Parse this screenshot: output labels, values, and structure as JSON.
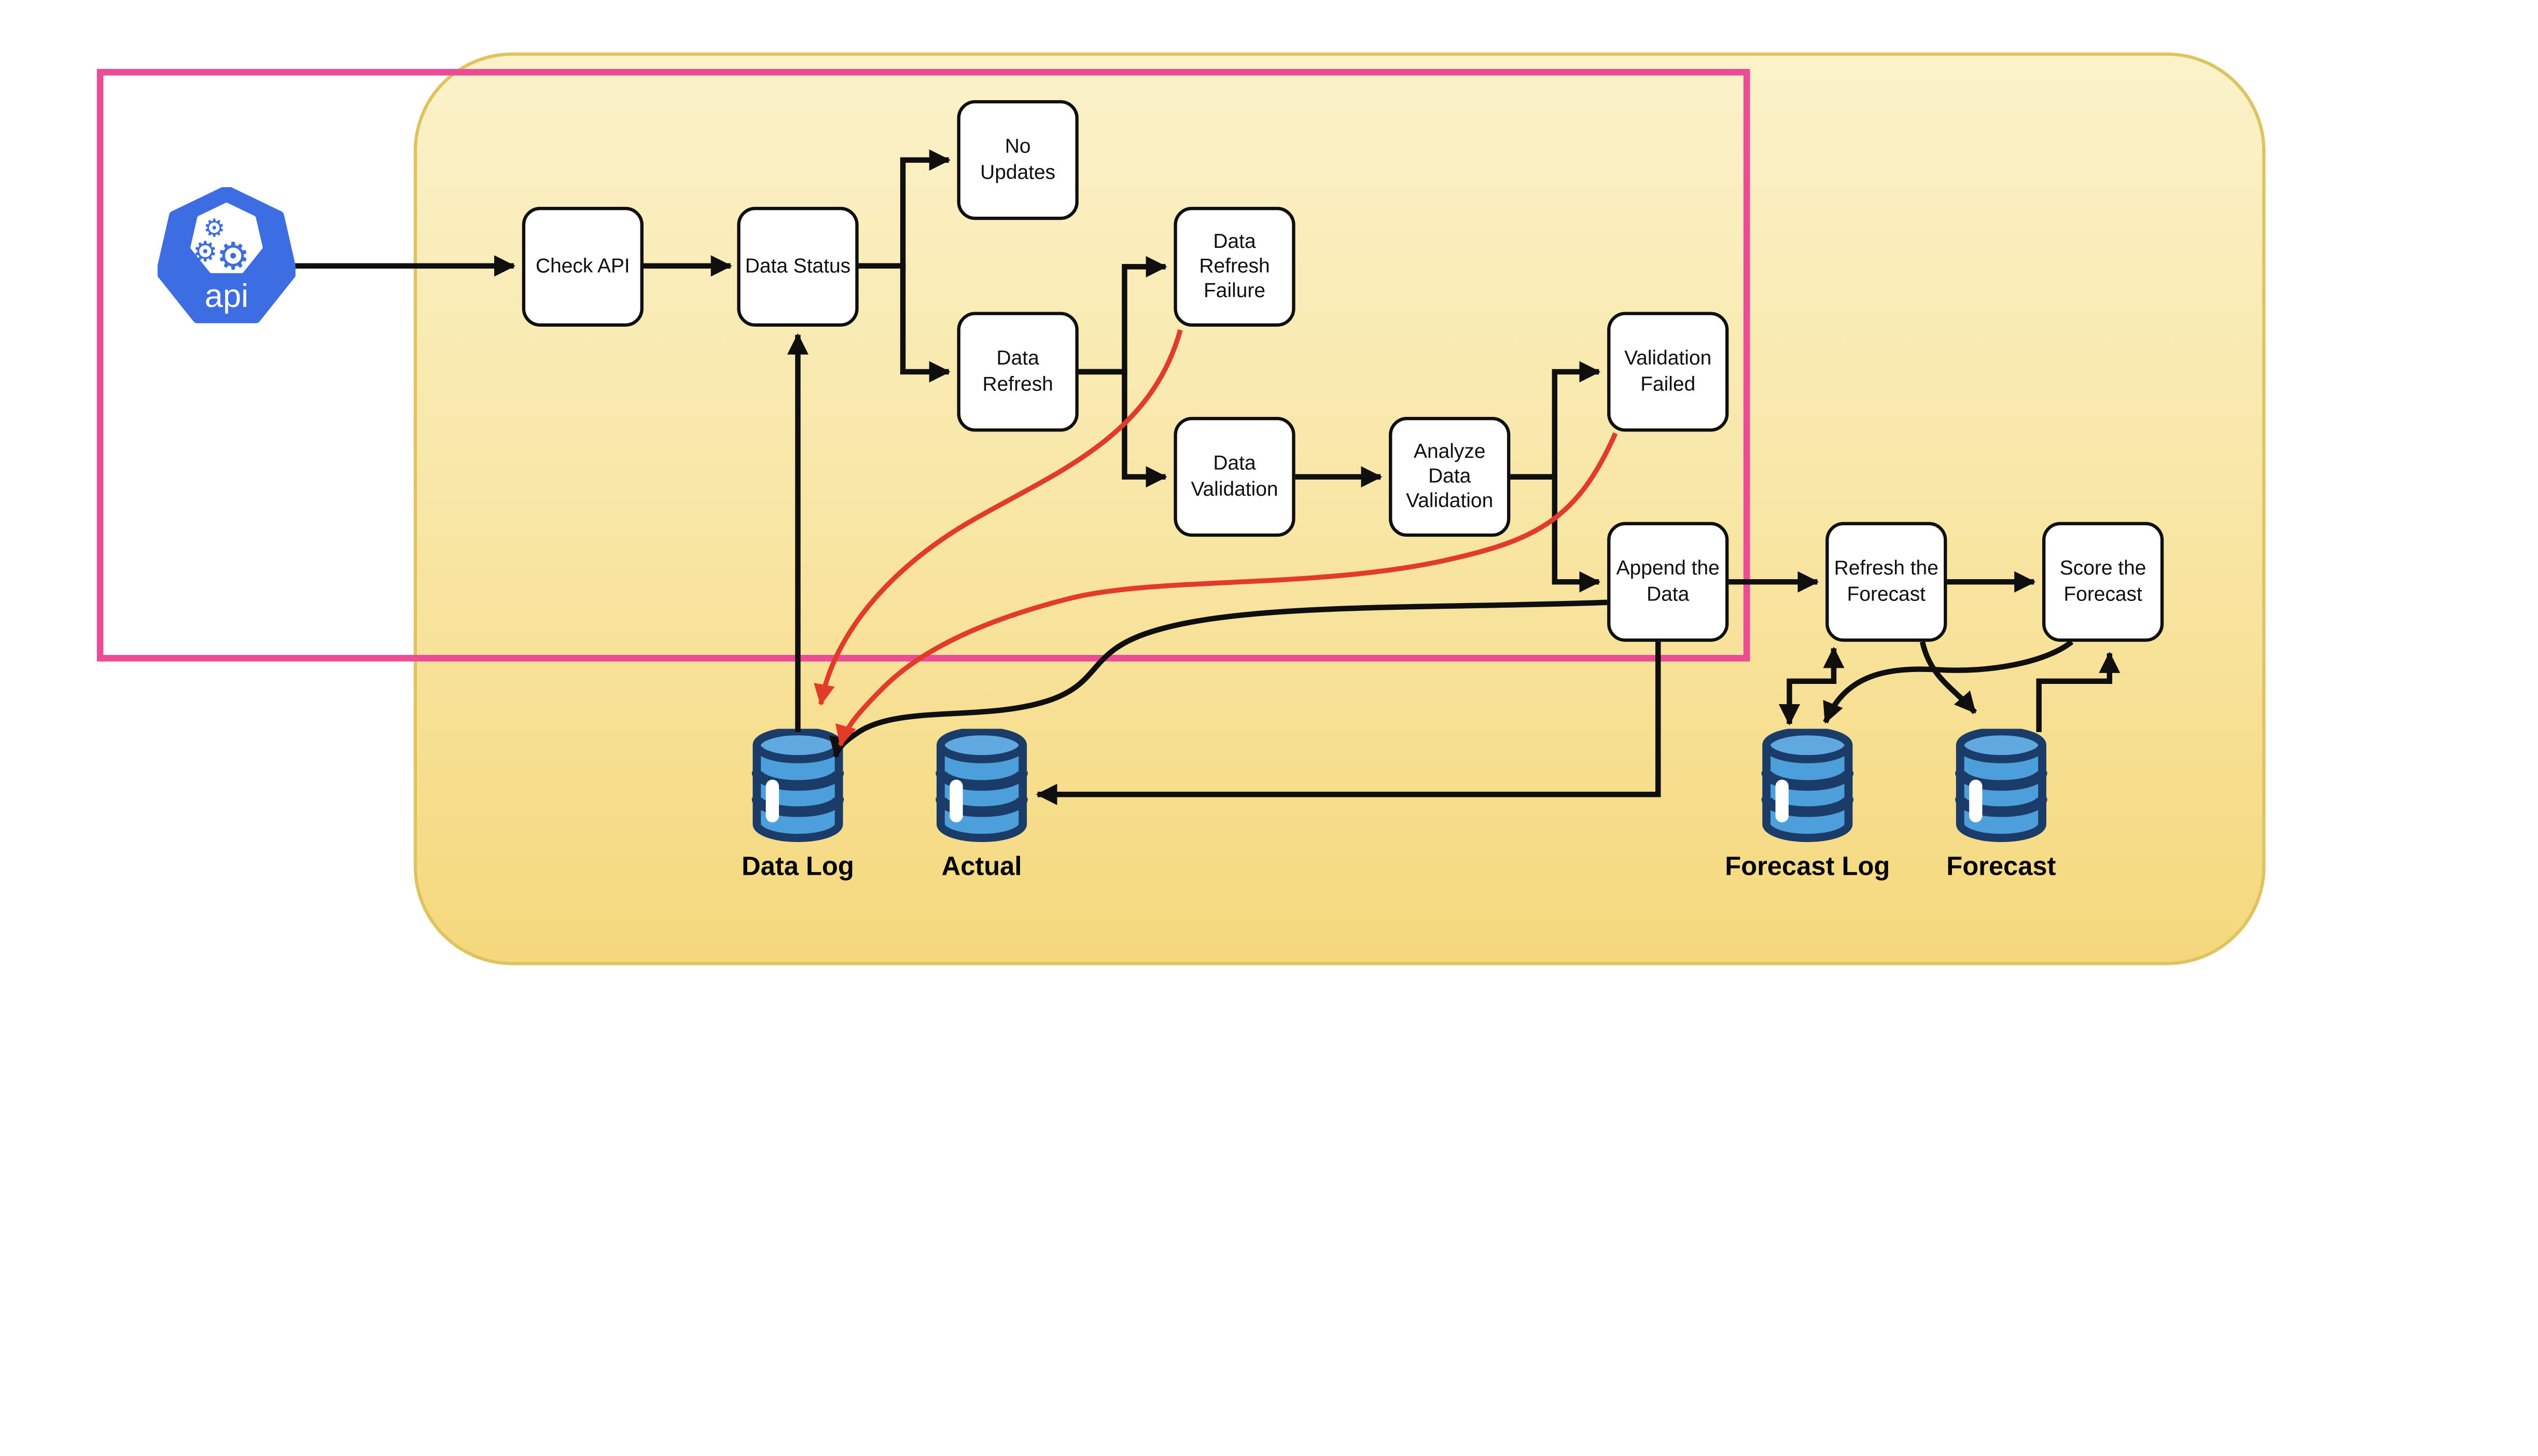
{
  "diagram_type": "flowchart",
  "api_node": {
    "label": "api"
  },
  "nodes": [
    {
      "id": "check-api",
      "label": "Check API",
      "lines": [
        "Check API"
      ]
    },
    {
      "id": "data-status",
      "label": "Data Status",
      "lines": [
        "Data Status"
      ]
    },
    {
      "id": "no-updates",
      "label": "No Updates",
      "lines": [
        "No",
        "Updates"
      ]
    },
    {
      "id": "data-refresh",
      "label": "Data Refresh",
      "lines": [
        "Data",
        "Refresh"
      ]
    },
    {
      "id": "data-refresh-failure",
      "label": "Data Refresh Failure",
      "lines": [
        "Data",
        "Refresh",
        "Failure"
      ]
    },
    {
      "id": "data-validation",
      "label": "Data Validation",
      "lines": [
        "Data",
        "Validation"
      ]
    },
    {
      "id": "analyze-data-validation",
      "label": "Analyze Data Validation",
      "lines": [
        "Analyze",
        "Data",
        "Validation"
      ]
    },
    {
      "id": "validation-failed",
      "label": "Validation Failed",
      "lines": [
        "Validation",
        "Failed"
      ]
    },
    {
      "id": "append-the-data",
      "label": "Append the Data",
      "lines": [
        "Append the",
        "Data"
      ]
    },
    {
      "id": "refresh-the-forecast",
      "label": "Refresh the Forecast",
      "lines": [
        "Refresh the",
        "Forecast"
      ]
    },
    {
      "id": "score-the-forecast",
      "label": "Score the Forecast",
      "lines": [
        "Score the",
        "Forecast"
      ]
    }
  ],
  "datastores": [
    {
      "id": "data-log",
      "label": "Data Log"
    },
    {
      "id": "actual",
      "label": "Actual"
    },
    {
      "id": "forecast-log",
      "label": "Forecast Log"
    },
    {
      "id": "forecast",
      "label": "Forecast"
    }
  ],
  "edges": [
    {
      "from": "api",
      "to": "check-api",
      "color": "black"
    },
    {
      "from": "check-api",
      "to": "data-status",
      "color": "black"
    },
    {
      "from": "data-status",
      "to": "no-updates",
      "color": "black"
    },
    {
      "from": "data-status",
      "to": "data-refresh",
      "color": "black"
    },
    {
      "from": "data-refresh",
      "to": "data-refresh-failure",
      "color": "black"
    },
    {
      "from": "data-refresh",
      "to": "data-validation",
      "color": "black"
    },
    {
      "from": "data-validation",
      "to": "analyze-data-validation",
      "color": "black"
    },
    {
      "from": "analyze-data-validation",
      "to": "validation-failed",
      "color": "black"
    },
    {
      "from": "analyze-data-validation",
      "to": "append-the-data",
      "color": "black"
    },
    {
      "from": "append-the-data",
      "to": "refresh-the-forecast",
      "color": "black"
    },
    {
      "from": "refresh-the-forecast",
      "to": "score-the-forecast",
      "color": "black"
    },
    {
      "from": "data-log",
      "to": "data-status",
      "color": "black"
    },
    {
      "from": "append-the-data",
      "to": "actual",
      "color": "black"
    },
    {
      "from": "append-the-data",
      "to": "data-log",
      "color": "black"
    },
    {
      "from": "forecast-log",
      "to": "refresh-the-forecast",
      "color": "black"
    },
    {
      "from": "refresh-the-forecast",
      "to": "forecast-log",
      "color": "black"
    },
    {
      "from": "refresh-the-forecast",
      "to": "forecast",
      "color": "black"
    },
    {
      "from": "forecast",
      "to": "score-the-forecast",
      "color": "black"
    },
    {
      "from": "score-the-forecast",
      "to": "forecast-log",
      "color": "black"
    },
    {
      "from": "data-refresh-failure",
      "to": "data-log",
      "color": "red"
    },
    {
      "from": "validation-failed",
      "to": "data-log",
      "color": "red"
    }
  ],
  "colors": {
    "container_fill_top": "#FBF2CA",
    "container_fill_bottom": "#F5D87D",
    "container_border": "#DFC35F",
    "highlight_pink": "#EC4C95",
    "edge_black": "#0F0F0F",
    "edge_error_red": "#E23B2B",
    "node_fill": "#FFFFFF",
    "node_border": "#0F0F0F",
    "api_blue": "#3D6DE2",
    "db_body_blue": "#4D9FDC",
    "db_top_blue": "#60A9E0",
    "db_navy": "#1B3C69"
  }
}
